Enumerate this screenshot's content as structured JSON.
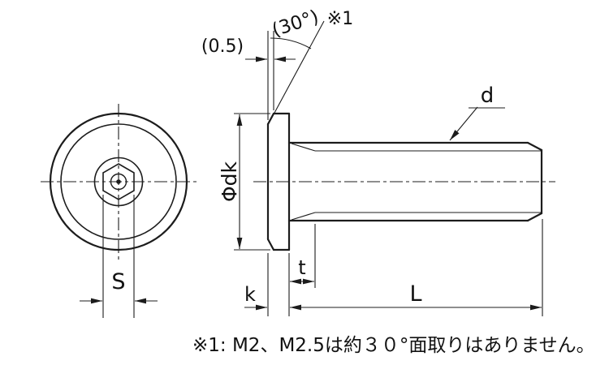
{
  "colors": {
    "background": "#ffffff",
    "line": "#1c1c1c"
  },
  "labels": {
    "chamfer_width": "(0.5)",
    "chamfer_angle": "(30°)",
    "angle_ref": "※1",
    "head_diameter": "Φdk",
    "thread_diameter": "d",
    "thread_runout": "t",
    "head_height": "k",
    "screw_length": "L",
    "socket_width": "S"
  },
  "footnote": "※1: M2、M2.5は約３０°面取りはありません。"
}
